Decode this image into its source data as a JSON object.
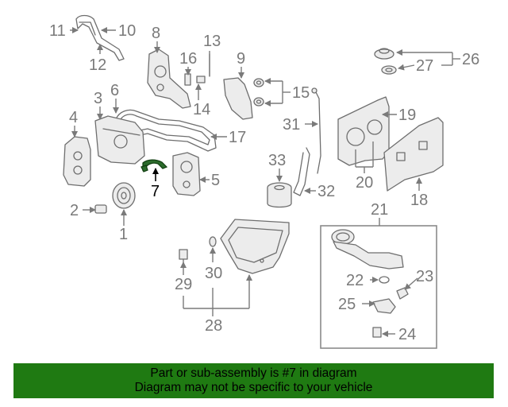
{
  "callouts": {
    "c1": "1",
    "c2": "2",
    "c3": "3",
    "c4": "4",
    "c5": "5",
    "c6": "6",
    "c7": "7",
    "c8": "8",
    "c9": "9",
    "c10": "10",
    "c11": "11",
    "c12": "12",
    "c13": "13",
    "c14": "14",
    "c15": "15",
    "c16": "16",
    "c17": "17",
    "c18": "18",
    "c19": "19",
    "c20": "20",
    "c21": "21",
    "c22": "22",
    "c23": "23",
    "c24": "24",
    "c25": "25",
    "c26": "26",
    "c27": "27",
    "c28": "28",
    "c29": "29",
    "c30": "30",
    "c31": "31",
    "c32": "32",
    "c33": "33"
  },
  "highlight_part": "7",
  "banner": {
    "line1": "Part or sub-assembly is #7 in diagram",
    "line2": "Diagram may not be specific to your vehicle"
  },
  "colors": {
    "banner_bg": "#1f7a12",
    "highlight_part": "#2c6b2c",
    "line_art": "#6e6e6e",
    "callout_text": "#7a7a7a"
  }
}
